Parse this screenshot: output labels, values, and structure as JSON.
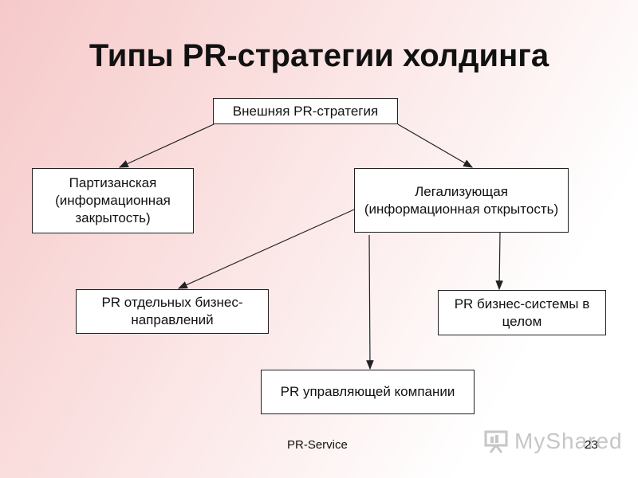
{
  "slide": {
    "title": "Типы PR-стратегии холдинга",
    "footer_left": "PR-Service",
    "page_number": "23",
    "watermark_text": "MyShared"
  },
  "diagram": {
    "nodes": {
      "root": "Внешняя PR-стратегия",
      "partisan": "Партизанская (информационная закрытость)",
      "legalizing": "Легализующая (информационная открытость)",
      "business_directions": "PR  отдельных бизнес-направлений",
      "business_system": "PR бизнес-системы в целом",
      "management_company": "PR управляющей компании"
    },
    "edges": [
      {
        "from": "root",
        "to": "partisan"
      },
      {
        "from": "root",
        "to": "legalizing"
      },
      {
        "from": "legalizing",
        "to": "business_directions"
      },
      {
        "from": "legalizing",
        "to": "management_company"
      },
      {
        "from": "legalizing",
        "to": "business_system"
      }
    ],
    "colors": {
      "line": "#222222",
      "box_fill": "#ffffff",
      "box_border": "#222222"
    }
  }
}
